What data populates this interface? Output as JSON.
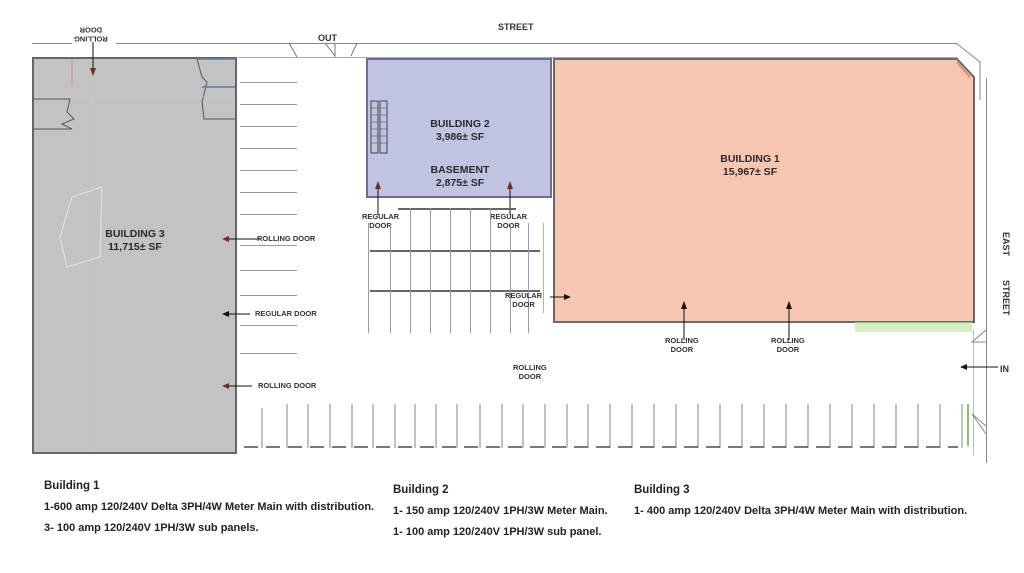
{
  "site_plan": {
    "streets": {
      "north": "STREET",
      "east_part1": "EAST",
      "east_part2": "STREET"
    },
    "traffic": {
      "out": "OUT",
      "in": "IN"
    },
    "buildings": [
      {
        "id": "building-1",
        "name": "BUILDING 1",
        "area": "15,967± SF",
        "color": "#f7c6b0"
      },
      {
        "id": "building-2",
        "name": "BUILDING 2",
        "area": "3,986± SF",
        "color": "#c1c3e3"
      },
      {
        "id": "basement",
        "name": "BASEMENT",
        "area": "2,875± SF",
        "color": "#c1c3e3"
      },
      {
        "id": "building-3",
        "name": "BUILDING 3",
        "area": "11,715± SF",
        "color": "#c3c3c3"
      }
    ],
    "doors": {
      "b3_top_rolling_line1": "ROLLING",
      "b3_top_rolling_line2": "DOOR",
      "b3_rolling_1": "ROLLING DOOR",
      "b3_regular": "REGULAR DOOR",
      "b3_rolling_2": "ROLLING DOOR",
      "b2_regular_left_l1": "REGULAR",
      "b2_regular_left_l2": "DOOR",
      "b2_regular_right_l1": "REGULAR",
      "b2_regular_right_l2": "DOOR",
      "b1_regular_l1": "REGULAR",
      "b1_regular_l2": "DOOR",
      "b1_rolling_left_l1": "ROLLING",
      "b1_rolling_left_l2": "DOOR",
      "b1_rolling_right_l1": "ROLLING",
      "b1_rolling_right_l2": "DOOR",
      "lot_rolling_l1": "ROLLING",
      "lot_rolling_l2": "DOOR"
    }
  },
  "electrical_notes": {
    "building1": {
      "title": "Building 1",
      "lines": [
        "1-600 amp 120/240V Delta 3PH/4W Meter Main with distribution.",
        "3- 100 amp 120/240V 1PH/3W sub panels."
      ]
    },
    "building2": {
      "title": "Building 2",
      "lines": [
        "1- 150 amp 120/240V 1PH/3W Meter Main.",
        "1- 100 amp 120/240V 1PH/3W sub panel."
      ]
    },
    "building3": {
      "title": "Building 3",
      "lines": [
        "1- 400 amp 120/240V Delta 3PH/4W Meter Main with distribution."
      ]
    }
  }
}
